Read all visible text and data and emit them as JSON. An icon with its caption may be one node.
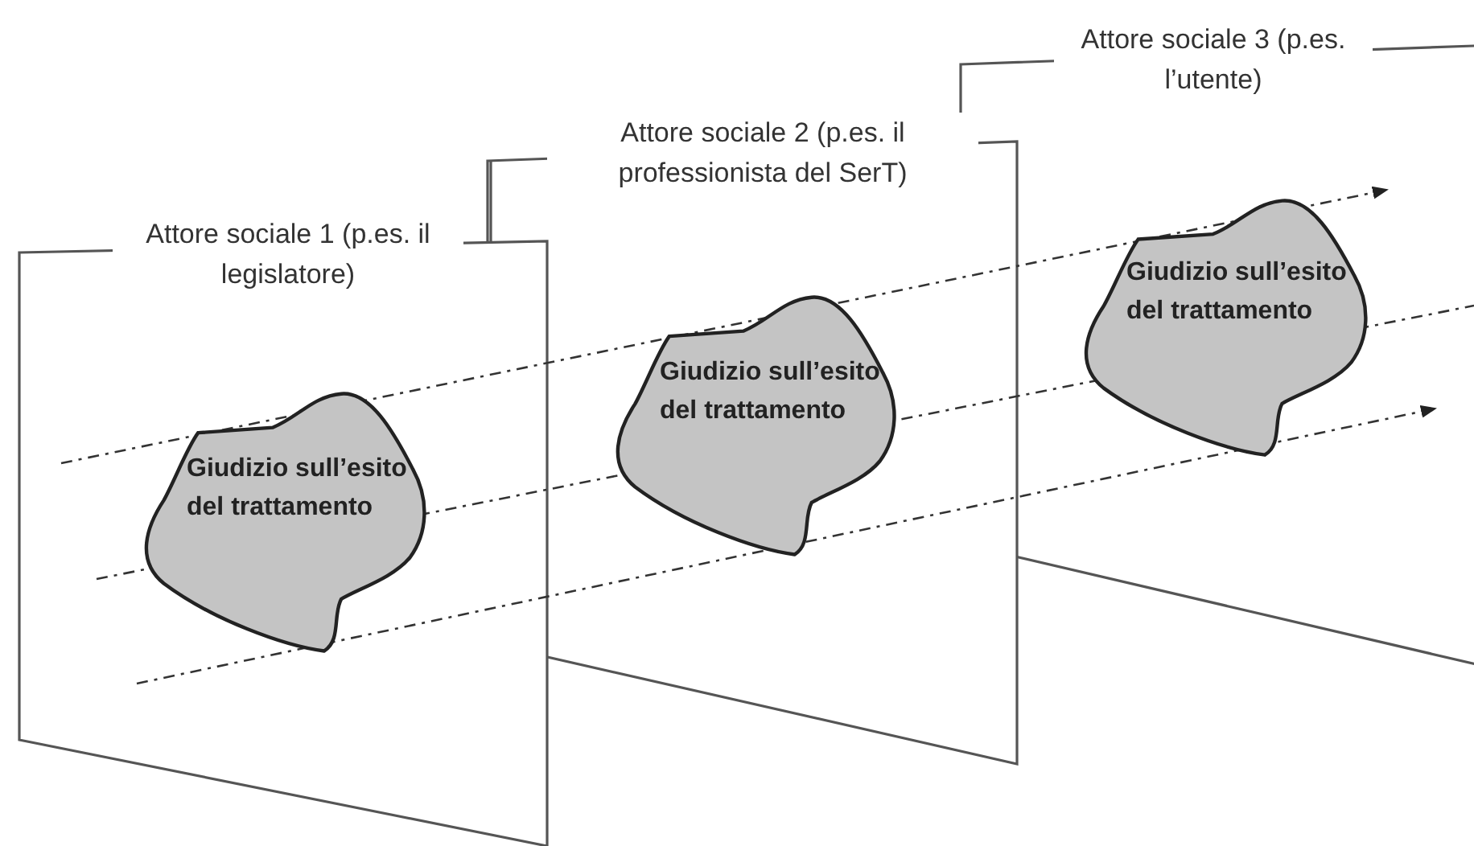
{
  "diagram": {
    "nodes": [
      {
        "text": [
          "Attore sociale 1 (p.es. il legislatore)"
        ]
      },
      {
        "text": [
          "Giudizio sull’esito del trattamento"
        ],
        "in": 0
      },
      {
        "text": [
          "Attore sociale 2 (p.es. il professionista del SerT)"
        ]
      },
      {
        "text": [
          "Giudizio sull’esito del trattamento"
        ],
        "in": 2
      },
      {
        "text": [
          "Attore sociale 3 (p.es. l’utente)"
        ]
      },
      {
        "text": [
          "Giudizio sull’esito del trattamento"
        ],
        "in": 4
      }
    ]
  }
}
